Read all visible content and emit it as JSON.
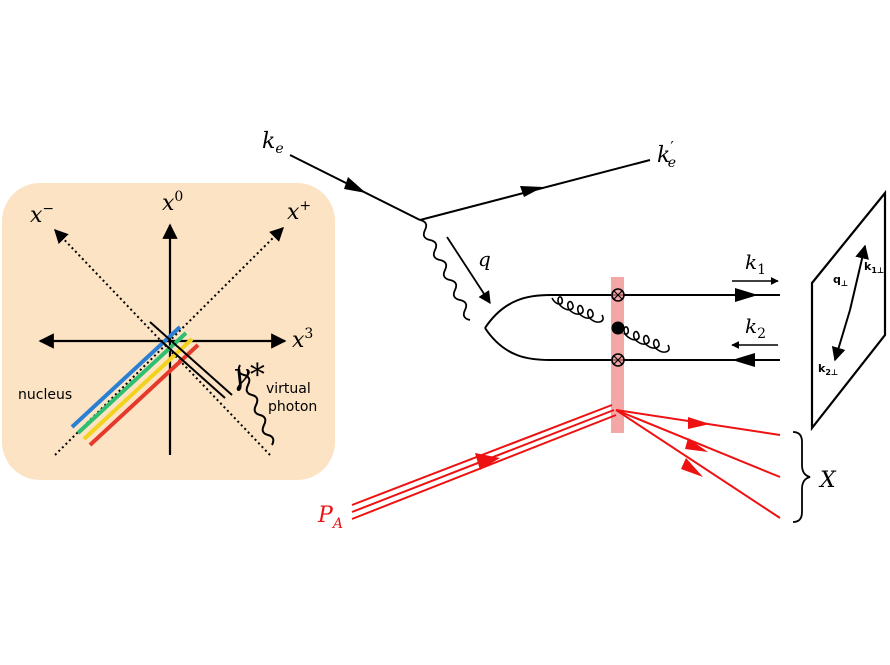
{
  "left_panel": {
    "background": "#fbe3c4",
    "axis_labels": {
      "x_minus": "x",
      "x_minus_sup": "−",
      "x0": "x",
      "x0_sup": "0",
      "x_plus": "x",
      "x_plus_sup": "+",
      "x3": "x",
      "x3_sup": "3"
    },
    "nucleus_label": "nucleus",
    "gamma_label": "γ*",
    "virtual_label": "virtual",
    "photon_label": "photon",
    "stripe_colors": [
      "#2a7fd4",
      "#2fbf71",
      "#f2d21b",
      "#e5392b"
    ]
  },
  "feynman": {
    "ke": "k",
    "ke_sub": "e",
    "ke_prime": "k",
    "ke_prime_sub": "e",
    "ke_prime_mark": "′",
    "q": "q",
    "k1": "k",
    "k1_sub": "1",
    "k2": "k",
    "k2_sub": "2",
    "pa": "P",
    "pa_sub": "A",
    "x_label": "X",
    "shockwave_color": "#f08a8a",
    "nucleon_color": "#ee1111"
  },
  "transverse_plane": {
    "k1perp": "k",
    "k1perp_sub": "1⊥",
    "qperp": "q",
    "qperp_sub": "⊥",
    "k2perp": "k",
    "k2perp_sub": "2⊥"
  }
}
